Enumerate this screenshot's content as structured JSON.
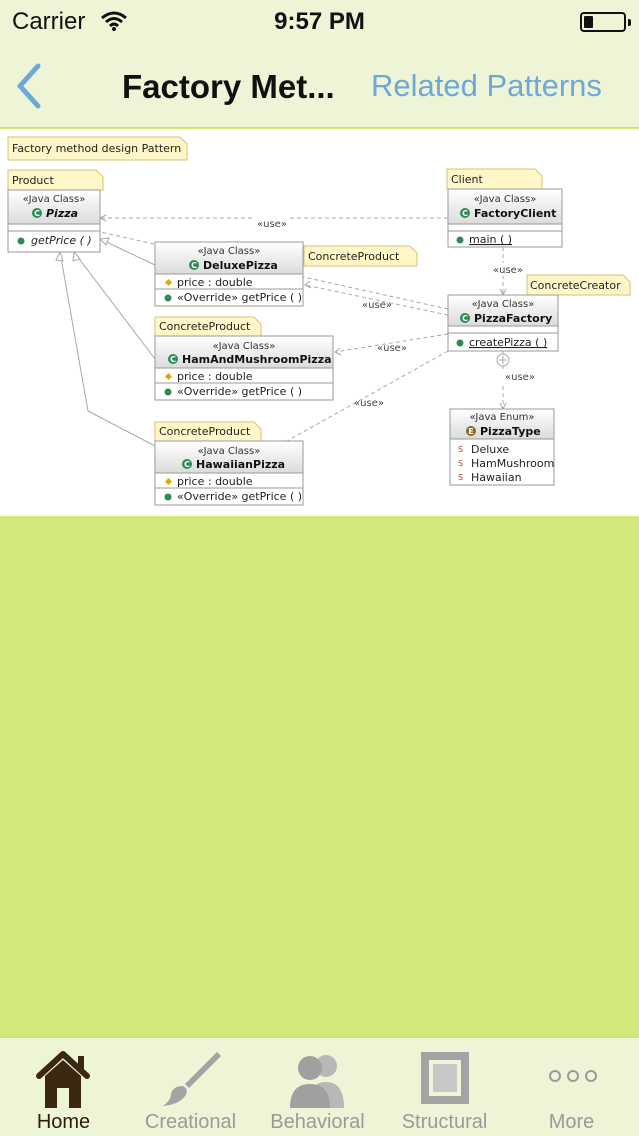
{
  "status_bar": {
    "carrier": "Carrier",
    "time": "9:57 PM"
  },
  "nav": {
    "title": "Factory Met...",
    "right_button": "Related Patterns"
  },
  "diagram": {
    "title_note": "Factory method design Pattern",
    "product_note": "Product",
    "client_note": "Client",
    "concrete_product_note": "ConcreteProduct",
    "concrete_creator_note": "ConcreteCreator",
    "java_class": "«Java Class»",
    "java_enum": "«Java Enum»",
    "use": "«use»",
    "pizza": {
      "name": "Pizza",
      "method": "getPrice ( )"
    },
    "factory_client": {
      "name": "FactoryClient",
      "method": "main ( )"
    },
    "deluxe_pizza": {
      "name": "DeluxePizza",
      "field": "price : double",
      "method": "«Override» getPrice ( )"
    },
    "pizza_factory": {
      "name": "PizzaFactory",
      "method": "createPizza ( )"
    },
    "ham_pizza": {
      "name": "HamAndMushroomPizza",
      "field": "price : double",
      "method": "«Override» getPrice ( )"
    },
    "hawaiian_pizza": {
      "name": "HawaiianPizza",
      "field": "price : double",
      "method": "«Override» getPrice ( )"
    },
    "pizza_type": {
      "name": "PizzaType",
      "values": [
        "Deluxe",
        "HamMushroom",
        "Hawaiian"
      ]
    }
  },
  "tabs": [
    {
      "label": "Home",
      "icon": "home-icon",
      "active": true
    },
    {
      "label": "Creational",
      "icon": "brush-icon",
      "active": false
    },
    {
      "label": "Behavioral",
      "icon": "people-icon",
      "active": false
    },
    {
      "label": "Structural",
      "icon": "frame-icon",
      "active": false
    },
    {
      "label": "More",
      "icon": "more-icon",
      "active": false
    }
  ],
  "colors": {
    "bar_background": "#eef5d6",
    "page_background": "#d2e878",
    "accent": "#6fa8d8",
    "active_tab": "#2b1d10",
    "inactive_tab": "#9a9a9a"
  }
}
